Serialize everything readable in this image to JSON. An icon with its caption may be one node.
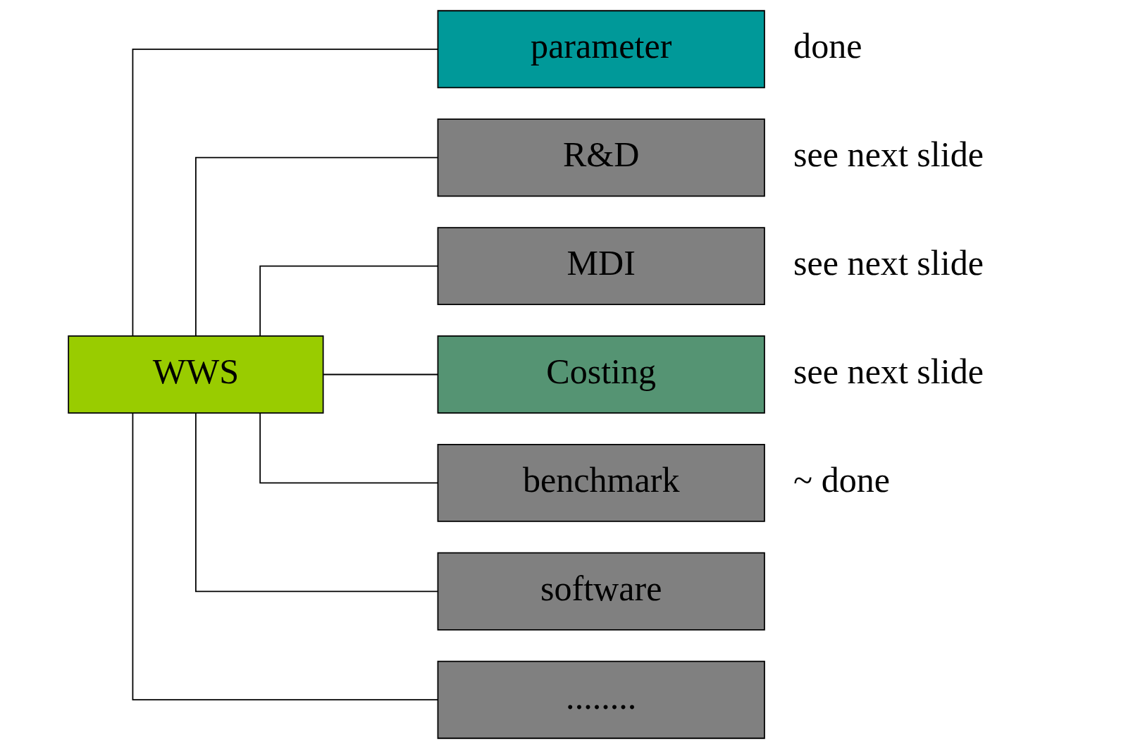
{
  "diagram": {
    "nodes": [
      {
        "text": [
          "WWS"
        ]
      },
      {
        "text": [
          "parameter"
        ],
        "beside": [
          "done"
        ]
      },
      {
        "text": [
          "R&D"
        ],
        "beside": [
          "see next slide"
        ]
      },
      {
        "text": [
          "MDI"
        ],
        "beside": [
          "see next slide"
        ]
      },
      {
        "text": [
          "Costing"
        ],
        "beside": [
          "see next slide"
        ]
      },
      {
        "text": [
          "benchmark"
        ],
        "beside": [
          "~ done"
        ]
      },
      {
        "text": [
          "software"
        ]
      },
      {
        "text": [
          "........"
        ]
      }
    ],
    "edges": [
      {
        "from": 0,
        "to": 1,
        "arrow": "none"
      },
      {
        "from": 0,
        "to": 2,
        "arrow": "none"
      },
      {
        "from": 0,
        "to": 3,
        "arrow": "none"
      },
      {
        "from": 0,
        "to": 4,
        "arrow": "none"
      },
      {
        "from": 0,
        "to": 5,
        "arrow": "none"
      },
      {
        "from": 0,
        "to": 6,
        "arrow": "none"
      },
      {
        "from": 0,
        "to": 7,
        "arrow": "none"
      }
    ]
  }
}
